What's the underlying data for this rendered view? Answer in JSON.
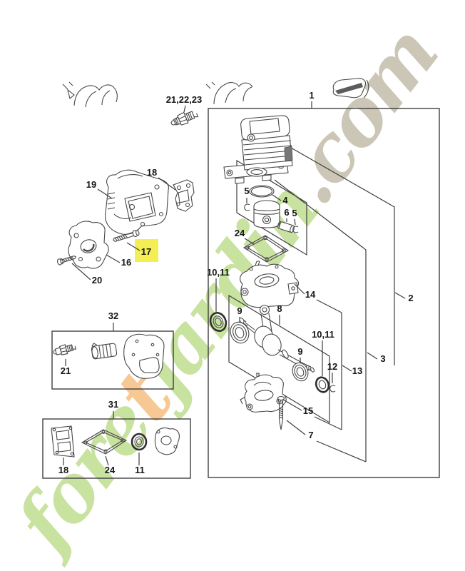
{
  "watermark": {
    "prefix": "fore",
    "accent": "t",
    "middle": "jardin",
    "suffix": ".com",
    "green": "#c6e19b",
    "orange": "#f7c68e",
    "tan": "#c9c3b3"
  },
  "highlight": {
    "color": "#f2ee54"
  },
  "labels": {
    "n1": "1",
    "n2": "2",
    "n3": "3",
    "n4": "4",
    "n5a": "5",
    "n5b": "5",
    "n6": "6",
    "n7": "7",
    "n8": "8",
    "n9a": "9",
    "n9b": "9",
    "n10_11a": "10,11",
    "n10_11b": "10,11",
    "n12": "12",
    "n13": "13",
    "n14": "14",
    "n15": "15",
    "n16": "16",
    "n17": "17",
    "n18": "18",
    "n19": "19",
    "n20": "20",
    "n21_22_23": "21,22,23",
    "n24": "24",
    "n31": "31",
    "n32": "32",
    "n21": "21",
    "n18b": "18",
    "n24b": "24",
    "n11b": "11"
  }
}
